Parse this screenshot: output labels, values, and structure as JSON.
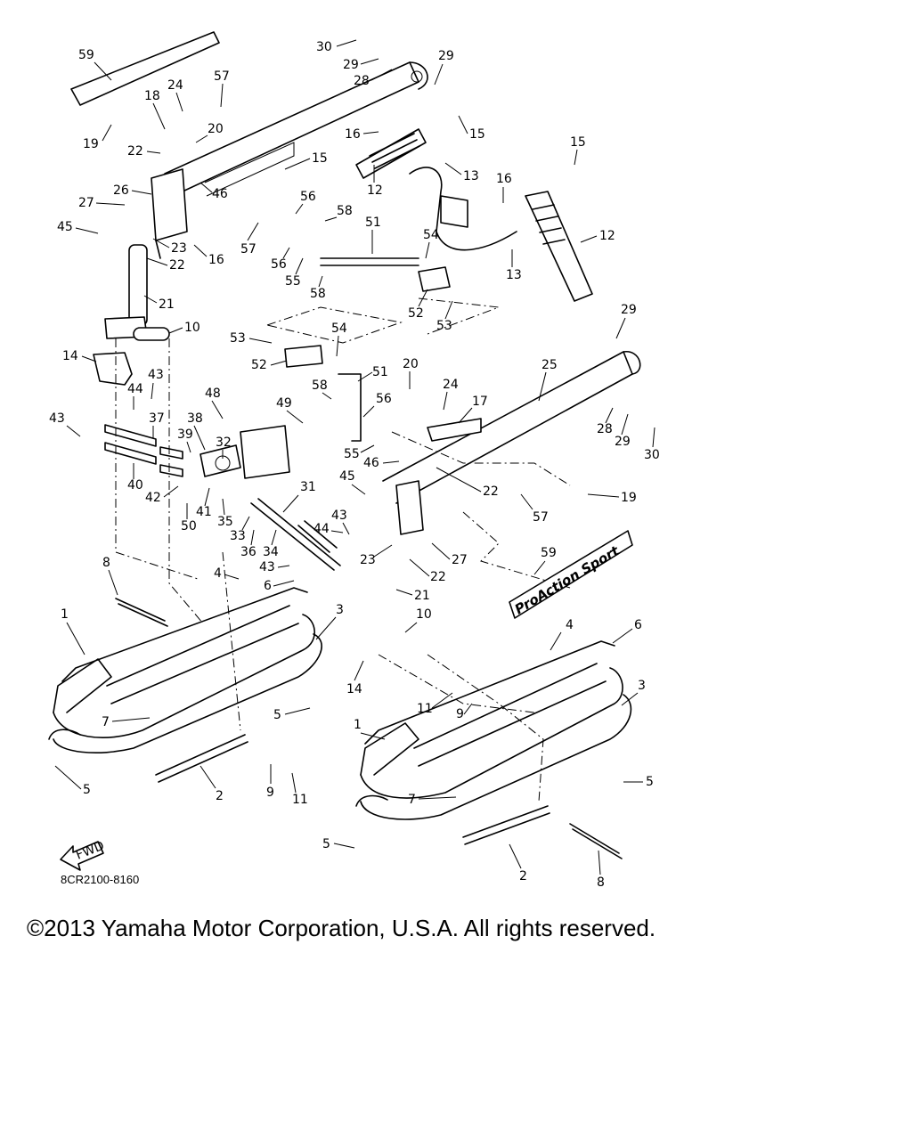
{
  "diagram": {
    "part_labels": [
      "59",
      "30",
      "29",
      "28",
      "29",
      "57",
      "24",
      "18",
      "20",
      "19",
      "22",
      "16",
      "15",
      "15",
      "12",
      "13",
      "16",
      "15",
      "46",
      "26",
      "27",
      "56",
      "58",
      "51",
      "54",
      "45",
      "23",
      "16",
      "57",
      "56",
      "55",
      "58",
      "12",
      "22",
      "13",
      "21",
      "52",
      "53",
      "10",
      "29",
      "53",
      "54",
      "14",
      "52",
      "51",
      "25",
      "43",
      "44",
      "20",
      "24",
      "17",
      "58",
      "56",
      "48",
      "49",
      "43",
      "37",
      "38",
      "39",
      "32",
      "55",
      "46",
      "28",
      "29",
      "30",
      "40",
      "45",
      "22",
      "19",
      "42",
      "41",
      "35",
      "31",
      "57",
      "50",
      "33",
      "36",
      "34",
      "43",
      "44",
      "23",
      "27",
      "8",
      "4",
      "6",
      "22",
      "59",
      "21",
      "43",
      "3",
      "1",
      "10",
      "4",
      "6",
      "14",
      "3",
      "11",
      "9",
      "7",
      "5",
      "1",
      "5",
      "9",
      "11",
      "2",
      "7",
      "5",
      "FWD",
      "5",
      "2",
      "8"
    ],
    "brand_decal_text": "ProAction Sport",
    "figure_code": "8CR2100-8160"
  },
  "copyright": "©2013 Yamaha Motor Corporation, U.S.A. All rights reserved."
}
